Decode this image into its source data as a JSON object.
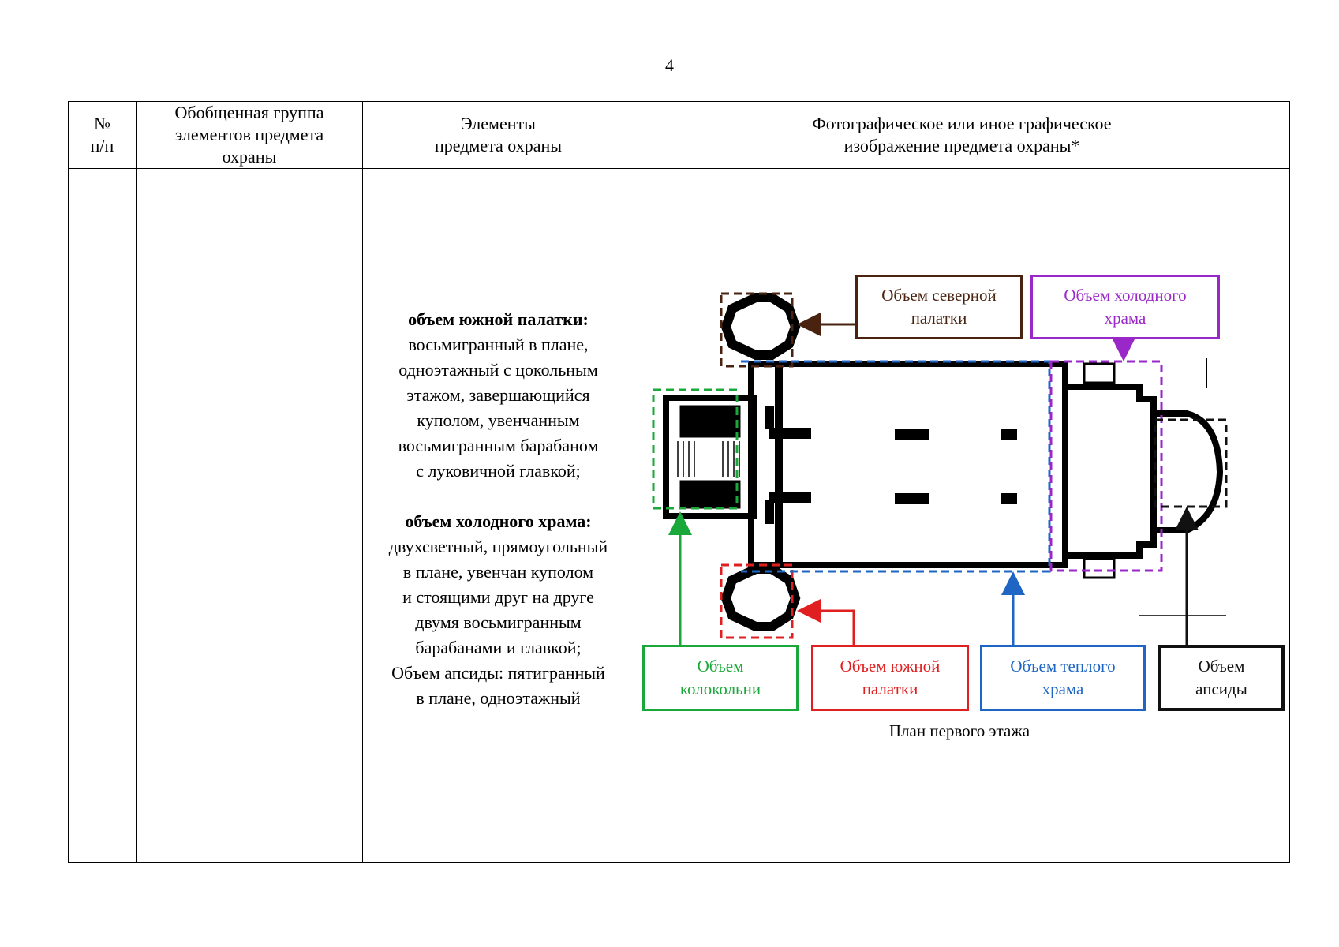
{
  "page_number": "4",
  "table": {
    "headers": {
      "num": [
        "№",
        "п/п"
      ],
      "group": [
        "Обобщенная группа",
        "элементов предмета",
        "охраны"
      ],
      "elements": [
        "Элементы",
        "предмета охраны"
      ],
      "image": [
        "Фотографическое или иное графическое",
        "изображение предмета охраны*"
      ]
    },
    "row": {
      "description": {
        "block1_title": "объем южной палатки:",
        "block1_lines": [
          "восьмигранный в плане,",
          "одноэтажный с цокольным",
          "этажом, завершающийся",
          "куполом, увенчанным",
          "восьмигранным барабаном",
          "с луковичной главкой;"
        ],
        "block2_title": "объем холодного храма:",
        "block2_lines": [
          "двухсветный, прямоугольный",
          "в плане, увенчан куполом",
          "и стоящими друг на друге",
          "двумя восьмигранным",
          "барабанами и главкой;",
          "Объем апсиды: пятигранный",
          "в плане, одноэтажный"
        ]
      }
    }
  },
  "plan": {
    "labels": {
      "north": [
        "Объем северной",
        "палатки"
      ],
      "cold": [
        "Объем холодного",
        "храма"
      ],
      "bell": [
        "Объем",
        "колокольни"
      ],
      "south": [
        "Объем южной",
        "палатки"
      ],
      "warm": [
        "Объем теплого",
        "храма"
      ],
      "apse": [
        "Объем",
        "апсиды"
      ]
    },
    "caption": "План первого этажа",
    "colors": {
      "north": "#4a2310",
      "cold": "#9a28c8",
      "bell": "#1aa83a",
      "south": "#e02020",
      "warm": "#1f66c4",
      "apse": "#111111"
    }
  }
}
